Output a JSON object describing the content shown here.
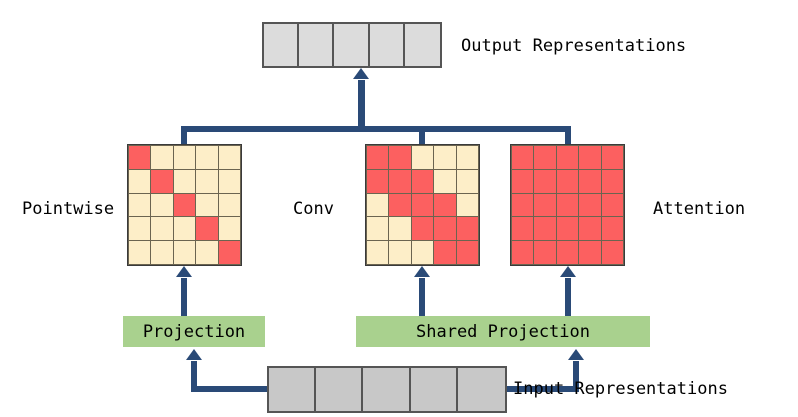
{
  "diagram": {
    "title": "Mixed attention/convolution/pointwise block diagram",
    "colors": {
      "active_cell": "#fc6060",
      "inactive_cell": "#fdeec8",
      "token_cell": "#dcdcdc",
      "input_token_cell": "#c8c8c8",
      "projection_green": "#a9d18e",
      "connector": "#2a4a77",
      "matrix_border": "#3a3a3a"
    },
    "labels": {
      "output": "Output Representations",
      "input": "Input Representations",
      "pointwise": "Pointwise",
      "conv": "Conv",
      "attention": "Attention",
      "projection": "Projection",
      "shared_projection": "Shared Projection"
    },
    "output_representations": {
      "name": "Output Representations",
      "token_count": 5,
      "tokens": [
        "",
        "",
        "",
        "",
        ""
      ]
    },
    "input_representations": {
      "name": "Input Representations",
      "token_count": 5,
      "tokens": [
        "",
        "",
        "",
        "",
        ""
      ]
    },
    "matrices": [
      {
        "name": "Pointwise",
        "rows": 5,
        "cols": 5,
        "pattern": "identity",
        "cells": [
          [
            1,
            0,
            0,
            0,
            0
          ],
          [
            0,
            1,
            0,
            0,
            0
          ],
          [
            0,
            0,
            1,
            0,
            0
          ],
          [
            0,
            0,
            0,
            1,
            0
          ],
          [
            0,
            0,
            0,
            0,
            1
          ]
        ]
      },
      {
        "name": "Conv",
        "rows": 5,
        "cols": 5,
        "pattern": "banded-tridiagonal",
        "cells": [
          [
            1,
            1,
            0,
            0,
            0
          ],
          [
            1,
            1,
            1,
            0,
            0
          ],
          [
            0,
            1,
            1,
            1,
            0
          ],
          [
            0,
            0,
            1,
            1,
            1
          ],
          [
            0,
            0,
            0,
            1,
            1
          ]
        ]
      },
      {
        "name": "Attention",
        "rows": 5,
        "cols": 5,
        "pattern": "dense-full",
        "cells": [
          [
            1,
            1,
            1,
            1,
            1
          ],
          [
            1,
            1,
            1,
            1,
            1
          ],
          [
            1,
            1,
            1,
            1,
            1
          ],
          [
            1,
            1,
            1,
            1,
            1
          ],
          [
            1,
            1,
            1,
            1,
            1
          ]
        ]
      }
    ],
    "projections": [
      {
        "name": "Projection",
        "label": "Projection",
        "feeds": [
          "Pointwise"
        ]
      },
      {
        "name": "Shared Projection",
        "label": "Shared Projection",
        "feeds": [
          "Conv",
          "Attention"
        ]
      }
    ]
  }
}
